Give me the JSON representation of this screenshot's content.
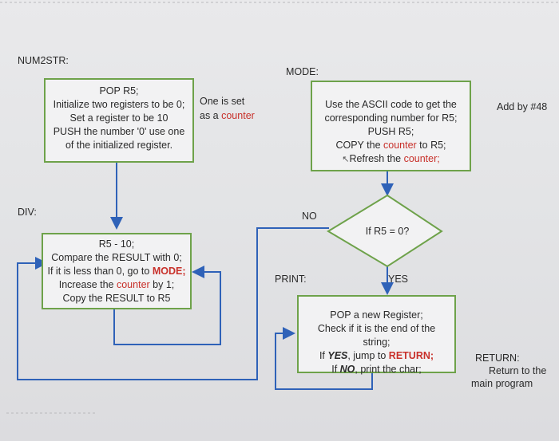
{
  "labels": {
    "num2str": "NUM2STR:",
    "mode": "MODE:",
    "div": "DIV:",
    "print": "PRINT:",
    "return": "RETURN:",
    "no": "NO",
    "yes": "YES",
    "add48": "Add by #48",
    "one_is_set": "One is set",
    "as_a": "as a ",
    "counter_word": "counter",
    "return_note_1": "Return to the",
    "return_note_2": "main program"
  },
  "box1": {
    "l1": "POP R5;",
    "l2": "Initialize two registers to be 0;",
    "l3": "Set a register to be 10",
    "l4": "PUSH the number '0' use one",
    "l5": "of the initialized register."
  },
  "box2": {
    "l1": "Use the ASCII code to get the",
    "l2": "corresponding number for R5;",
    "l3": "PUSH R5;",
    "l4a": "COPY the ",
    "l4b": "counter",
    "l4c": " to R5;",
    "l5a": "Refresh the ",
    "l5b": "counter;"
  },
  "diamond": {
    "text": "If R5 = 0?"
  },
  "box3": {
    "l1": "R5 - 10;",
    "l2": "Compare the RESULT with 0;",
    "l3a": "If it is less than 0, go to ",
    "l3b": "MODE;",
    "l4a": "Increase the ",
    "l4b": "counter",
    "l4c": " by 1;",
    "l5": "Copy the RESULT to R5"
  },
  "box4": {
    "l1": "POP a new Register;",
    "l2": "Check if it is the end of the",
    "l3": "string;",
    "l4a": "If ",
    "l4b": "YES",
    "l4c": ", jump to ",
    "l4d": "RETURN;",
    "l5a": "If ",
    "l5b": "NO",
    "l5c": ", print the char;"
  },
  "colors": {
    "box_border": "#6ea24a",
    "arrow": "#2f62b8",
    "accent_red": "#c8302a"
  }
}
